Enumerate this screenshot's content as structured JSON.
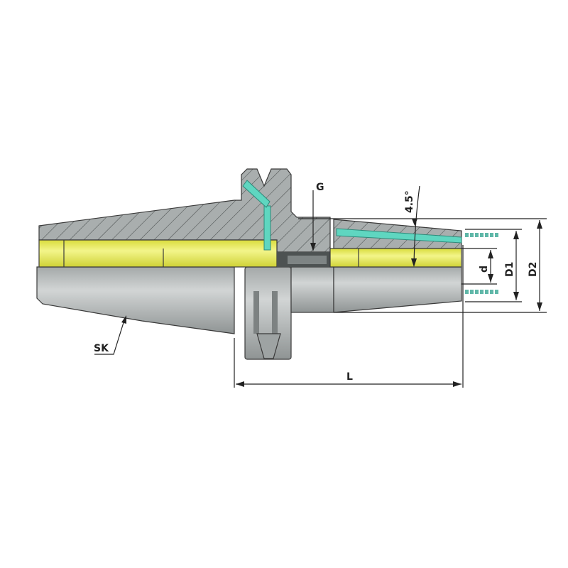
{
  "diagram": {
    "labels": {
      "thread": "G",
      "angle": "4.5°",
      "bore_diameter": "d",
      "diameter_1": "D1",
      "diameter_2": "D2",
      "taper": "SK",
      "length": "L"
    },
    "colors": {
      "section": "#a9aeae",
      "body": "#b8bcbc",
      "body_dark": "#8e9393",
      "clamping_sleeve": "#e5e85a",
      "coolant": "#5fd6c0",
      "lines": "#222222"
    }
  }
}
